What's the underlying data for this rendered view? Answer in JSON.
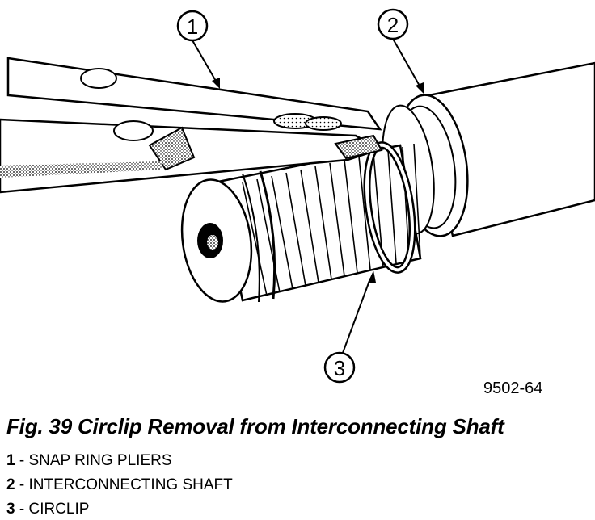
{
  "figure": {
    "reference_code": "9502-64",
    "caption": "Fig. 39 Circlip Removal from Interconnecting Shaft",
    "callouts": [
      {
        "number": "1",
        "part": "SNAP RING PLIERS"
      },
      {
        "number": "2",
        "part": "INTERCONNECTING SHAFT"
      },
      {
        "number": "3",
        "part": "CIRCLIP"
      }
    ]
  },
  "colors": {
    "ink": "#000000",
    "paper": "#ffffff",
    "shade": "#b8b8b8"
  }
}
